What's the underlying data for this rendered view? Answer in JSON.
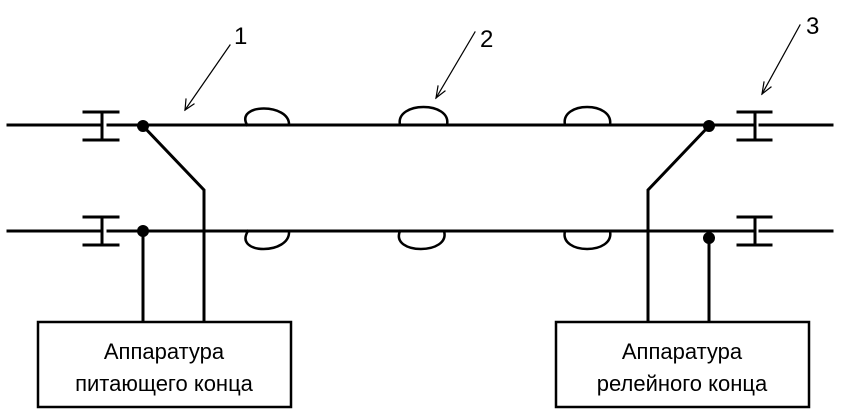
{
  "callouts": {
    "one": "1",
    "two": "2",
    "three": "3"
  },
  "boxes": {
    "left": {
      "line1": "Аппаратура",
      "line2": "питающего конца"
    },
    "right": {
      "line1": "Аппаратура",
      "line2": "релейного конца"
    }
  }
}
